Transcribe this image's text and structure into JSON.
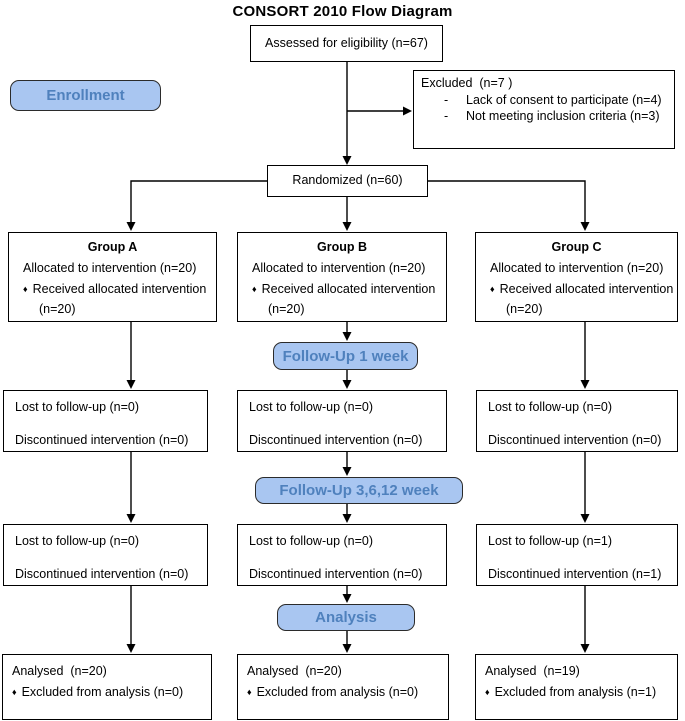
{
  "title": "CONSORT 2010 Flow Diagram",
  "bullets": {
    "diamond": "♦",
    "dash": "-"
  },
  "colors": {
    "stage_fill": "#a9c6f1",
    "stage_border": "#2b2b2b",
    "stage_text": "#4f81bd",
    "box_border": "#000000",
    "connector_line": "#000000"
  },
  "enrollment_label": "Enrollment",
  "assessed": "Assessed for eligibility (n=67)",
  "excluded": {
    "title": "Excluded  (n=7 )",
    "reasons": [
      "Lack of consent to participate (n=4)",
      "Not meeting inclusion criteria (n=3)"
    ]
  },
  "randomized": "Randomized (n=60)",
  "stages": {
    "followup1": "Follow-Up 1 week",
    "followup2": "Follow-Up 3,6,12 week",
    "analysis": "Analysis"
  },
  "groups": [
    {
      "name": "Group A",
      "allocated": "Allocated to intervention (n=20)",
      "received": "Received allocated intervention",
      "received_n": "(n=20)",
      "fu1_lost": "Lost to follow-up (n=0)",
      "fu1_discontinued": "Discontinued intervention (n=0)",
      "fu2_lost": "Lost to follow-up (n=0)",
      "fu2_discontinued": "Discontinued intervention (n=0)",
      "analysed": "Analysed  (n=20)",
      "excluded_from_analysis": "Excluded from analysis (n=0)"
    },
    {
      "name": "Group B",
      "allocated": "Allocated to intervention (n=20)",
      "received": "Received allocated intervention",
      "received_n": "(n=20)",
      "fu1_lost": "Lost to follow-up (n=0)",
      "fu1_discontinued": "Discontinued intervention (n=0)",
      "fu2_lost": "Lost to follow-up (n=0)",
      "fu2_discontinued": "Discontinued intervention (n=0)",
      "analysed": "Analysed  (n=20)",
      "excluded_from_analysis": "Excluded from analysis (n=0)"
    },
    {
      "name": "Group C",
      "allocated": "Allocated to intervention (n=20)",
      "received": "Received allocated intervention",
      "received_n": "(n=20)",
      "fu1_lost": "Lost to follow-up (n=0)",
      "fu1_discontinued": "Discontinued intervention (n=0)",
      "fu2_lost": "Lost to follow-up (n=1)",
      "fu2_discontinued": "Discontinued intervention (n=1)",
      "analysed": "Analysed  (n=19)",
      "excluded_from_analysis": "Excluded from analysis (n=1)"
    }
  ]
}
